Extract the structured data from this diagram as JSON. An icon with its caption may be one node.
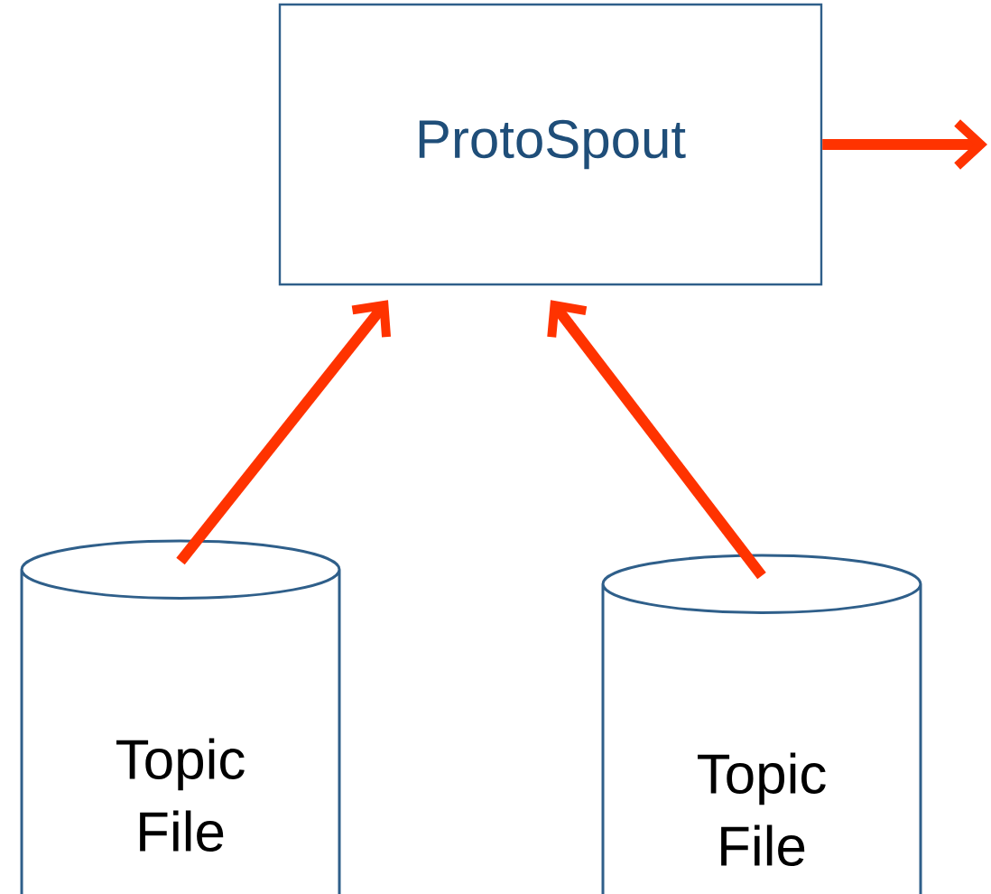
{
  "diagram": {
    "nodes": [
      {
        "text": [
          "ProtoSpout"
        ]
      },
      {
        "text": [
          "Topic File"
        ]
      },
      {
        "text": [
          "Topic File"
        ]
      }
    ],
    "edges": [
      {
        "from": 0,
        "to": null,
        "arrow": "to"
      },
      {
        "from": 1,
        "to": 0,
        "arrow": "to"
      },
      {
        "from": 2,
        "to": 0,
        "arrow": "to"
      }
    ]
  }
}
